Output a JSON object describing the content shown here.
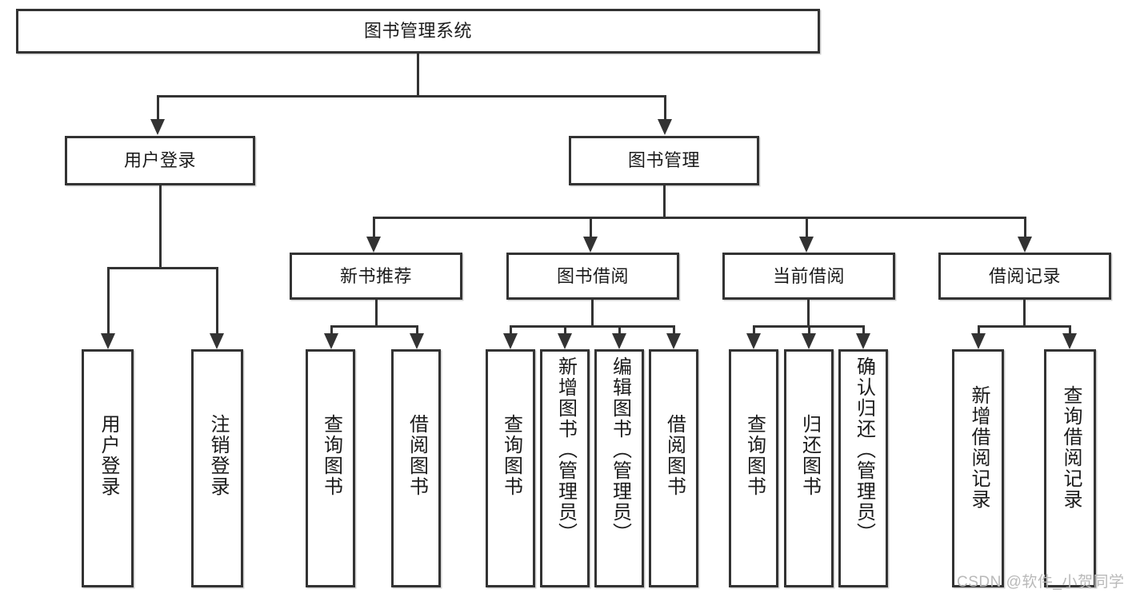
{
  "diagram": {
    "type": "tree-hierarchy-chart",
    "root": {
      "label": "图书管理系统"
    },
    "level2": [
      {
        "label": "用户登录"
      },
      {
        "label": "图书管理"
      }
    ],
    "level3": [
      {
        "label": "新书推荐"
      },
      {
        "label": "图书借阅"
      },
      {
        "label": "当前借阅"
      },
      {
        "label": "借阅记录"
      }
    ],
    "leaves": {
      "user_login": [
        {
          "label": "用户登录"
        },
        {
          "label": "注销登录"
        }
      ],
      "new_book_recommend": [
        {
          "label": "查询图书"
        },
        {
          "label": "借阅图书"
        }
      ],
      "book_borrow": [
        {
          "label": "查询图书"
        },
        {
          "label": "新增图书（管理员）"
        },
        {
          "label": "编辑图书（管理员）"
        },
        {
          "label": "借阅图书"
        }
      ],
      "current_borrow": [
        {
          "label": "查询图书"
        },
        {
          "label": "归还图书"
        },
        {
          "label": "确认归还（管理员）"
        }
      ],
      "borrow_record": [
        {
          "label": "新增借阅记录"
        },
        {
          "label": "查询借阅记录"
        }
      ]
    }
  },
  "watermark": {
    "text": "CSDN @软件_小贺同学"
  },
  "colors": {
    "stroke": "#333333",
    "text": "#1b1b1b",
    "background": "#ffffff",
    "watermark": "#b9b9b9"
  }
}
